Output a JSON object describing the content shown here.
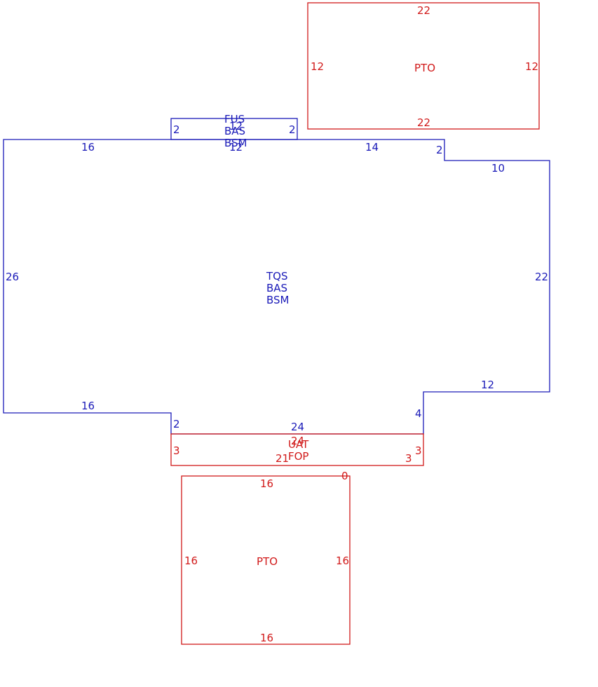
{
  "colors": {
    "blue": "#1a1ab8",
    "red": "#d11a1a"
  },
  "main_room": {
    "name_lines": [
      "TQS",
      "BAS",
      "BSM"
    ],
    "dims": {
      "top_left": "16",
      "top_right": "14",
      "step_top": "2",
      "right_top": "10",
      "left": "26",
      "right": "22",
      "step_right": "12",
      "bottom_left": "16",
      "step_bottom_left": "2",
      "bottom_mid": "24",
      "step_bottom_right": "4"
    }
  },
  "top_small": {
    "name_lines": [
      "FUS",
      "BAS",
      "BSM"
    ],
    "dims": {
      "top": "12",
      "left": "2",
      "right": "2",
      "bottom": "12"
    }
  },
  "pto_top": {
    "name": "PTO",
    "dims": {
      "top": "22",
      "left": "12",
      "right": "12",
      "bottom": "22"
    }
  },
  "uat": {
    "name_lines": [
      "UAT",
      "FOP"
    ],
    "dims": {
      "top": "24",
      "left": "3",
      "right": "3",
      "bottom_left": "21",
      "bottom_right": "3"
    }
  },
  "pto_bottom": {
    "name": "PTO",
    "dims": {
      "top": "16",
      "left": "16",
      "right": "16",
      "bottom": "16",
      "corner": "0"
    }
  }
}
